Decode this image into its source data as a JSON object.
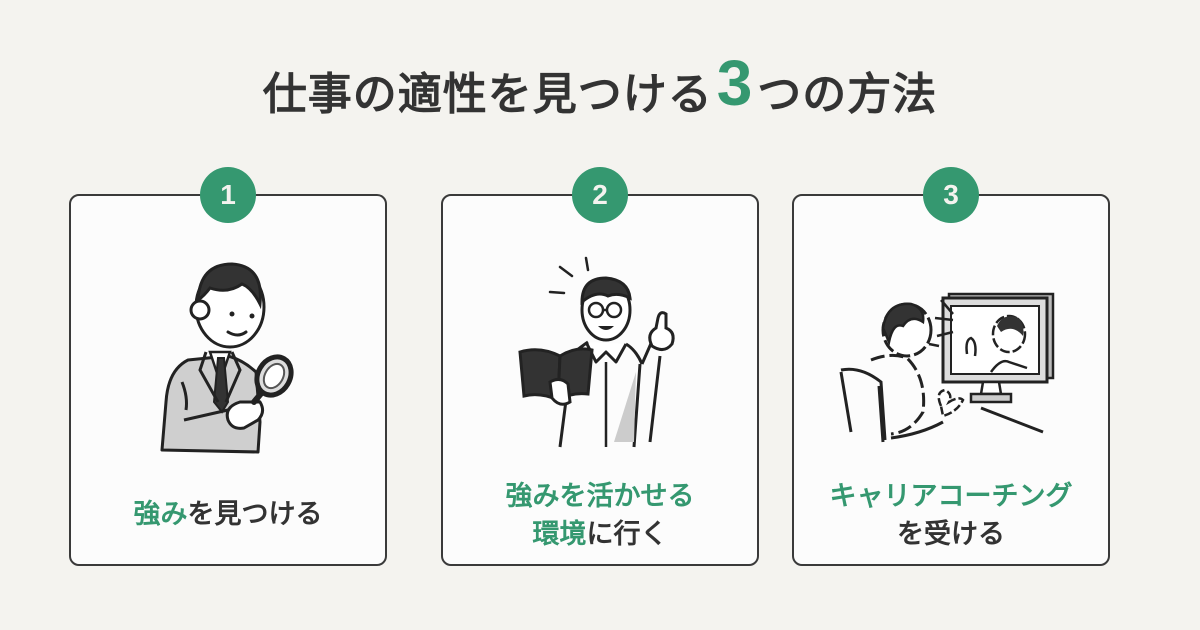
{
  "colors": {
    "background": "#f4f3ef",
    "card_fill": "#fcfcfc",
    "border": "#3a3a3a",
    "accent_green": "#359870",
    "text": "#333333"
  },
  "title": {
    "before": "仕事の適性を見つける",
    "number": "3",
    "after": "つの方法"
  },
  "cards": [
    {
      "number": "1",
      "illustration": "man-with-magnifying-glass",
      "caption_line1_green": "強み",
      "caption_line1_dark": "を見つける"
    },
    {
      "number": "2",
      "illustration": "man-with-book-thumbs-up",
      "caption_line1_green": "強みを活かせる",
      "caption_line2_green": "環境",
      "caption_line2_dark": "に行く"
    },
    {
      "number": "3",
      "illustration": "video-call-coaching",
      "caption_line1_green": "キャリアコーチング",
      "caption_line2_dark": "を受ける"
    }
  ]
}
